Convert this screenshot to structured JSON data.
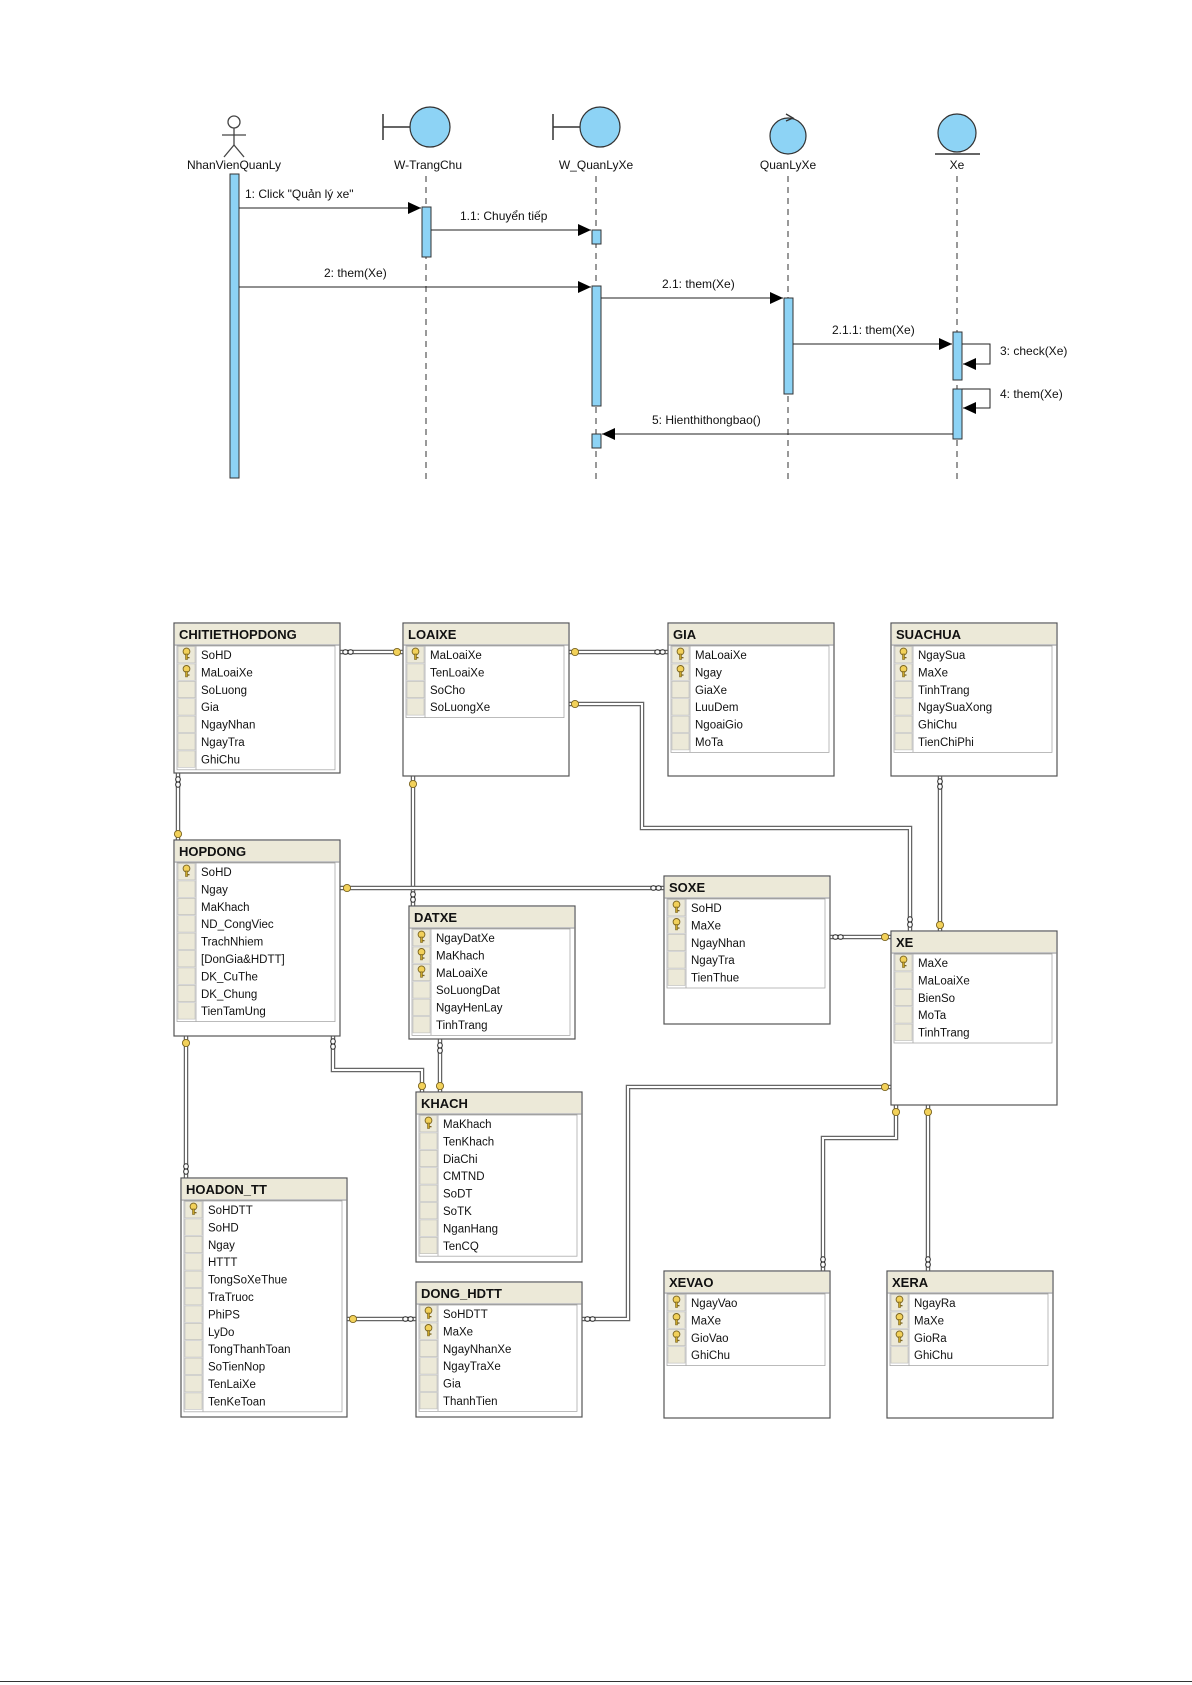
{
  "sequence": {
    "lifelines": [
      {
        "id": "nhanvien",
        "name": "NhanVienQuanLy",
        "kind": "actor"
      },
      {
        "id": "wtrangchu",
        "name": "W-TrangChu",
        "kind": "boundary"
      },
      {
        "id": "wquanlyxe",
        "name": "W_QuanLyXe",
        "kind": "boundary"
      },
      {
        "id": "quanlyxe",
        "name": "QuanLyXe",
        "kind": "control"
      },
      {
        "id": "xe",
        "name": "Xe",
        "kind": "entity"
      }
    ],
    "messages": [
      {
        "label": "1: Click \"Quản lý xe\"",
        "from": "nhanvien",
        "to": "wtrangchu"
      },
      {
        "label": "1.1: Chuyển tiếp",
        "from": "wtrangchu",
        "to": "wquanlyxe"
      },
      {
        "label": "2: them(Xe)",
        "from": "nhanvien",
        "to": "wquanlyxe"
      },
      {
        "label": "2.1: them(Xe)",
        "from": "wquanlyxe",
        "to": "quanlyxe"
      },
      {
        "label": "2.1.1: them(Xe)",
        "from": "quanlyxe",
        "to": "xe"
      },
      {
        "label": "3: check(Xe)",
        "from": "xe",
        "to": "xe"
      },
      {
        "label": "4: them(Xe)",
        "from": "xe",
        "to": "xe"
      },
      {
        "label": "5: Hienthithongbao()",
        "from": "xe",
        "to": "wquanlyxe"
      }
    ]
  },
  "erd": {
    "tables": [
      {
        "id": "CHITIETHOPDONG",
        "name": "CHITIETHOPDONG",
        "columns": [
          {
            "name": "SoHD",
            "key": true
          },
          {
            "name": "MaLoaiXe",
            "key": true
          },
          {
            "name": "SoLuong",
            "key": false
          },
          {
            "name": "Gia",
            "key": false
          },
          {
            "name": "NgayNhan",
            "key": false
          },
          {
            "name": "NgayTra",
            "key": false
          },
          {
            "name": "GhiChu",
            "key": false
          }
        ]
      },
      {
        "id": "LOAIXE",
        "name": "LOAIXE",
        "columns": [
          {
            "name": "MaLoaiXe",
            "key": true
          },
          {
            "name": "TenLoaiXe",
            "key": false
          },
          {
            "name": "SoCho",
            "key": false
          },
          {
            "name": "SoLuongXe",
            "key": false
          }
        ]
      },
      {
        "id": "GIA",
        "name": "GIA",
        "columns": [
          {
            "name": "MaLoaiXe",
            "key": true
          },
          {
            "name": "Ngay",
            "key": true
          },
          {
            "name": "GiaXe",
            "key": false
          },
          {
            "name": "LuuDem",
            "key": false
          },
          {
            "name": "NgoaiGio",
            "key": false
          },
          {
            "name": "MoTa",
            "key": false
          }
        ]
      },
      {
        "id": "SUACHUA",
        "name": "SUACHUA",
        "columns": [
          {
            "name": "NgaySua",
            "key": true
          },
          {
            "name": "MaXe",
            "key": true
          },
          {
            "name": "TinhTrang",
            "key": false
          },
          {
            "name": "NgaySuaXong",
            "key": false
          },
          {
            "name": "GhiChu",
            "key": false
          },
          {
            "name": "TienChiPhi",
            "key": false
          }
        ]
      },
      {
        "id": "HOPDONG",
        "name": "HOPDONG",
        "columns": [
          {
            "name": "SoHD",
            "key": true
          },
          {
            "name": "Ngay",
            "key": false
          },
          {
            "name": "MaKhach",
            "key": false
          },
          {
            "name": "ND_CongViec",
            "key": false
          },
          {
            "name": "TrachNhiem",
            "key": false
          },
          {
            "name": "[DonGia&HDTT]",
            "key": false
          },
          {
            "name": "DK_CuThe",
            "key": false
          },
          {
            "name": "DK_Chung",
            "key": false
          },
          {
            "name": "TienTamUng",
            "key": false
          }
        ]
      },
      {
        "id": "DATXE",
        "name": "DATXE",
        "columns": [
          {
            "name": "NgayDatXe",
            "key": true
          },
          {
            "name": "MaKhach",
            "key": true
          },
          {
            "name": "MaLoaiXe",
            "key": true
          },
          {
            "name": "SoLuongDat",
            "key": false
          },
          {
            "name": "NgayHenLay",
            "key": false
          },
          {
            "name": "TinhTrang",
            "key": false
          }
        ]
      },
      {
        "id": "SOXE",
        "name": "SOXE",
        "columns": [
          {
            "name": "SoHD",
            "key": true
          },
          {
            "name": "MaXe",
            "key": true
          },
          {
            "name": "NgayNhan",
            "key": false
          },
          {
            "name": "NgayTra",
            "key": false
          },
          {
            "name": "TienThue",
            "key": false
          }
        ]
      },
      {
        "id": "XE",
        "name": "XE",
        "columns": [
          {
            "name": "MaXe",
            "key": true
          },
          {
            "name": "MaLoaiXe",
            "key": false
          },
          {
            "name": "BienSo",
            "key": false
          },
          {
            "name": "MoTa",
            "key": false
          },
          {
            "name": "TinhTrang",
            "key": false
          }
        ]
      },
      {
        "id": "KHACH",
        "name": "KHACH",
        "columns": [
          {
            "name": "MaKhach",
            "key": true
          },
          {
            "name": "TenKhach",
            "key": false
          },
          {
            "name": "DiaChi",
            "key": false
          },
          {
            "name": "CMTND",
            "key": false
          },
          {
            "name": "SoDT",
            "key": false
          },
          {
            "name": "SoTK",
            "key": false
          },
          {
            "name": "NganHang",
            "key": false
          },
          {
            "name": "TenCQ",
            "key": false
          }
        ]
      },
      {
        "id": "HOADON_TT",
        "name": "HOADON_TT",
        "columns": [
          {
            "name": "SoHDTT",
            "key": true
          },
          {
            "name": "SoHD",
            "key": false
          },
          {
            "name": "Ngay",
            "key": false
          },
          {
            "name": "HTTT",
            "key": false
          },
          {
            "name": "TongSoXeThue",
            "key": false
          },
          {
            "name": "TraTruoc",
            "key": false
          },
          {
            "name": "PhiPS",
            "key": false
          },
          {
            "name": "LyDo",
            "key": false
          },
          {
            "name": "TongThanhToan",
            "key": false
          },
          {
            "name": "SoTienNop",
            "key": false
          },
          {
            "name": "TenLaiXe",
            "key": false
          },
          {
            "name": "TenKeToan",
            "key": false
          }
        ]
      },
      {
        "id": "DONG_HDTT",
        "name": "DONG_HDTT",
        "columns": [
          {
            "name": "SoHDTT",
            "key": true
          },
          {
            "name": "MaXe",
            "key": true
          },
          {
            "name": "NgayNhanXe",
            "key": false
          },
          {
            "name": "NgayTraXe",
            "key": false
          },
          {
            "name": "Gia",
            "key": false
          },
          {
            "name": "ThanhTien",
            "key": false
          }
        ]
      },
      {
        "id": "XEVAO",
        "name": "XEVAO",
        "columns": [
          {
            "name": "NgayVao",
            "key": true
          },
          {
            "name": "MaXe",
            "key": true
          },
          {
            "name": "GioVao",
            "key": true
          },
          {
            "name": "GhiChu",
            "key": false
          }
        ]
      },
      {
        "id": "XERA",
        "name": "XERA",
        "columns": [
          {
            "name": "NgayRa",
            "key": true
          },
          {
            "name": "MaXe",
            "key": true
          },
          {
            "name": "GioRa",
            "key": true
          },
          {
            "name": "GhiChu",
            "key": false
          }
        ]
      }
    ]
  }
}
